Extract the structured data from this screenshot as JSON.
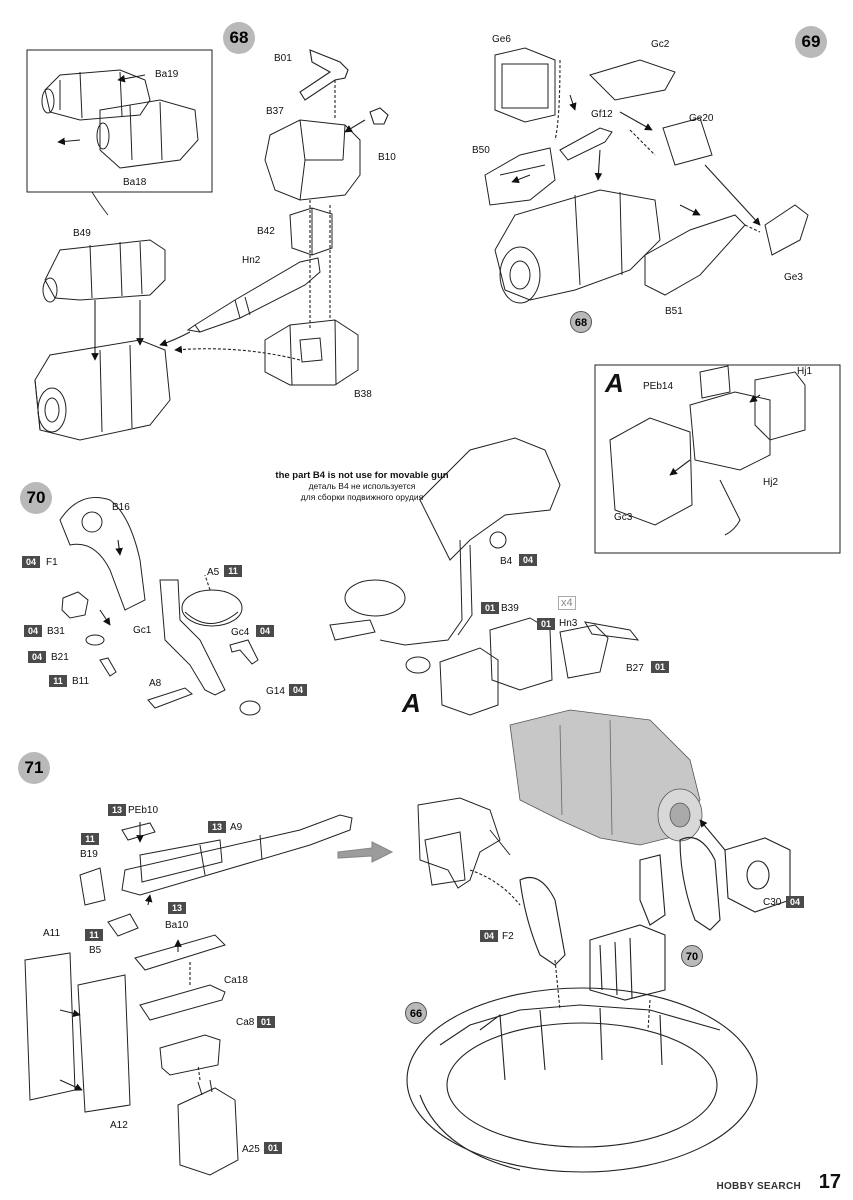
{
  "steps": {
    "s68": "68",
    "s69": "69",
    "s70": "70",
    "s71": "71",
    "ref68": "68",
    "ref70": "70",
    "ref66": "66"
  },
  "inset_label": "A",
  "subassembly_label": "A",
  "note": {
    "en": "the part B4 is not use for movable gun",
    "ru1": "деталь B4 не используется",
    "ru2": "для сборки подвижного орудия"
  },
  "quantity": "x4",
  "parts": {
    "ba19": "Ba19",
    "ba18": "Ba18",
    "b01": "B01",
    "b37": "B37",
    "b10": "B10",
    "b42": "B42",
    "hn2": "Hn2",
    "b49": "B49",
    "b38": "B38",
    "ge6": "Ge6",
    "gc2": "Gc2",
    "gf12": "Gf12",
    "ge20": "Ge20",
    "b50": "B50",
    "ge3": "Ge3",
    "b51": "B51",
    "peb14": "PEb14",
    "hj1": "Hj1",
    "hj2": "Hj2",
    "gc3": "Gc3",
    "b16": "B16",
    "f1": "F1",
    "a5": "A5",
    "b31": "B31",
    "gc1": "Gc1",
    "gc4": "Gc4",
    "b21": "B21",
    "b11": "B11",
    "a8": "A8",
    "g14": "G14",
    "b4": "B4",
    "b39": "B39",
    "hn3": "Hn3",
    "b27": "B27",
    "peb10": "PEb10",
    "a9": "A9",
    "b19": "B19",
    "b5": "B5",
    "ba10": "Ba10",
    "a11": "A11",
    "ca18": "Ca18",
    "ca8": "Ca8",
    "a12": "A12",
    "a25": "A25",
    "f2": "F2",
    "c30": "C30"
  },
  "codes": {
    "f1": "04",
    "a5": "11",
    "b31": "04",
    "gc4": "04",
    "b21": "04",
    "b11": "11",
    "g14": "04",
    "b4": "04",
    "b39": "01",
    "hn3": "01",
    "b27": "01",
    "peb10": "13",
    "b19": "11",
    "a9": "13",
    "ba10": "13",
    "b5": "11",
    "ca8": "01",
    "a25": "01",
    "f2": "04",
    "c30": "04"
  },
  "page_number": "17",
  "watermark": "HOBBY SEARCH",
  "colors": {
    "ink": "#111111",
    "step_badge": "#b9b9b9",
    "code_box": "#4a4a4a",
    "render": "#bdbdbd"
  }
}
